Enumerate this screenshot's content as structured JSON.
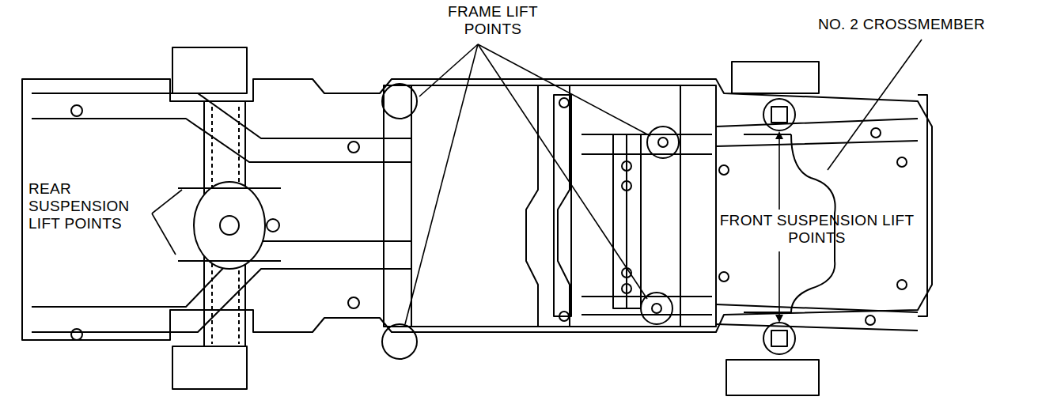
{
  "diagram": {
    "labels": [
      "FRAME LIFT POINTS",
      "NO. 2 CROSSMEMBER",
      "REAR SUSPENSION LIFT POINTS",
      "FRONT SUSPENSION LIFT POINTS"
    ]
  }
}
